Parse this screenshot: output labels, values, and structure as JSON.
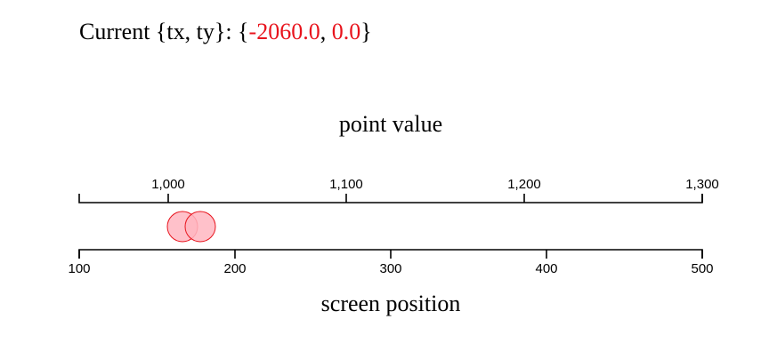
{
  "header": {
    "prefix": "Current {tx, ty}: {",
    "tx": "-2060.0",
    "separator": ", ",
    "ty": "0.0",
    "suffix": "}",
    "value_color": "#e8141d"
  },
  "top_axis": {
    "title": "point value",
    "domain": [
      950,
      1300
    ],
    "ticks": [
      1000,
      1100,
      1200,
      1300
    ],
    "tick_labels": [
      "1,000",
      "1,100",
      "1,200",
      "1,300"
    ]
  },
  "bottom_axis": {
    "title": "screen position",
    "domain": [
      100,
      500
    ],
    "ticks": [
      100,
      200,
      300,
      400,
      500
    ],
    "tick_labels": [
      "100",
      "200",
      "300",
      "400",
      "500"
    ]
  },
  "points": [
    {
      "value": 1008
    },
    {
      "value": 1018
    }
  ],
  "point_style": {
    "fill": "#ffb6c1",
    "stroke": "#e8141d"
  }
}
